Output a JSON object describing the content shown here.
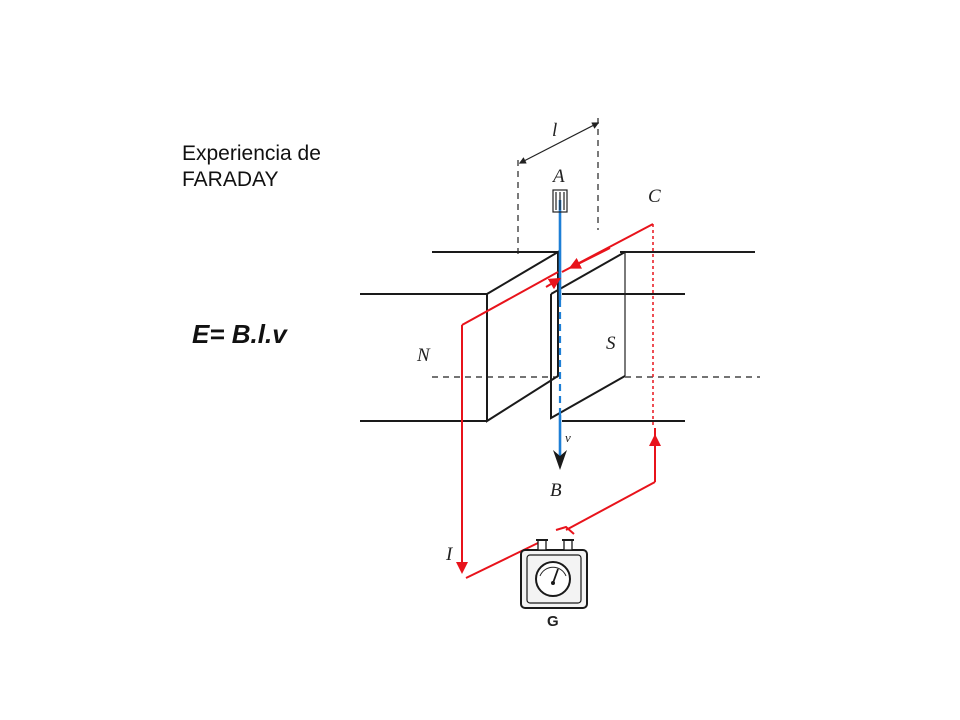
{
  "title": {
    "line1": "Experiencia de",
    "line2": "FARADAY"
  },
  "formula": "E= B.l.v",
  "labels": {
    "length": "l",
    "top_conductor": "A",
    "bottom_field": "B",
    "corner": "C",
    "north_pole": "N",
    "south_pole": "S",
    "current": "I",
    "velocity": "v",
    "galvanometer": "G"
  },
  "colors": {
    "circuit": "#e8131b",
    "conductor": "#1d7fd6",
    "lines": "#1a1a1a"
  }
}
